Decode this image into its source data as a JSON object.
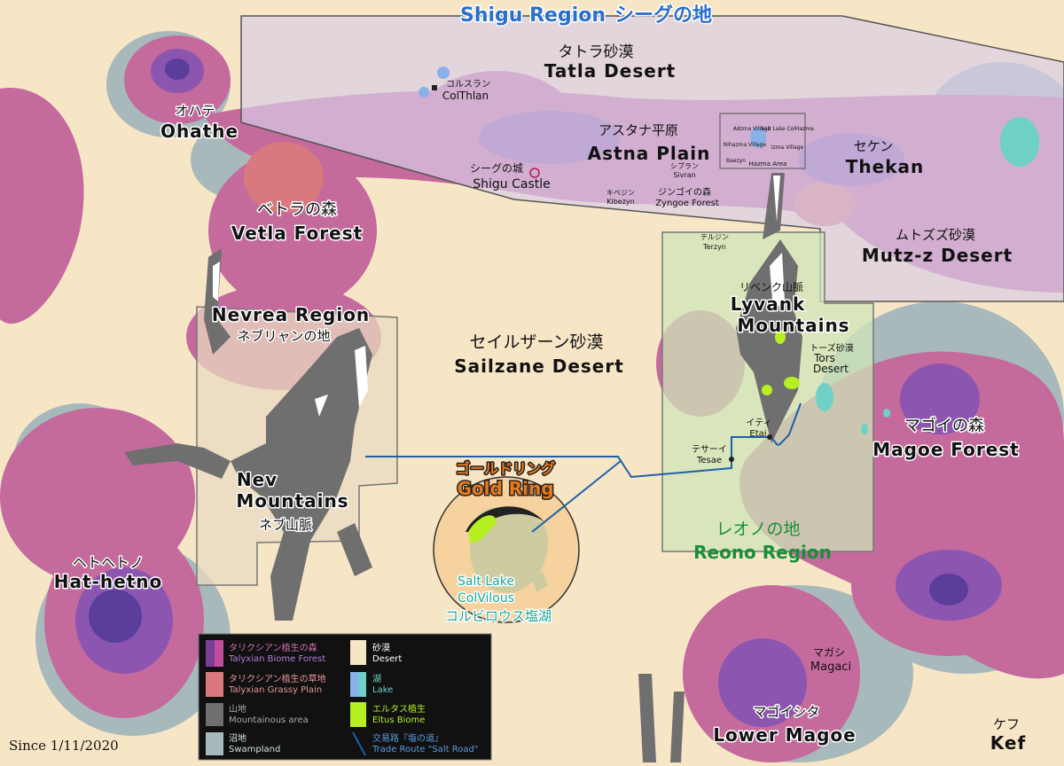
{
  "title": {
    "en": "Shigu Region",
    "jp": "シーグの地"
  },
  "places": {
    "tatla": {
      "jp": "タトラ砂漠",
      "en": "Tatla Desert"
    },
    "colthlan": {
      "jp": "コルスラン",
      "en": "ColThlan"
    },
    "ohathe": {
      "jp": "オハテ",
      "en": "Ohathe"
    },
    "astna": {
      "jp": "アスタナ平原",
      "en": "Astna Plain"
    },
    "shigu_castle": {
      "jp": "シーグの城",
      "en": "Shigu Castle"
    },
    "thekan": {
      "jp": "セケン",
      "en": "Thekan"
    },
    "vetla": {
      "jp": "ベトラの森",
      "en": "Vetla Forest"
    },
    "kibezyn": {
      "jp": "キベジン",
      "en": "Kibezyn"
    },
    "zyngoe": {
      "jp": "ジンゴイの森",
      "en": "Zyngoe Forest"
    },
    "sivran": {
      "jp": "シブラン",
      "en": "Sivran"
    },
    "adzma": {
      "en": "Adzma Village"
    },
    "salt_lake_hazma": {
      "en": "Salt Lake ColHazma"
    },
    "nihazma": {
      "en": "Nihazma Village"
    },
    "baezyn": {
      "en": "Baezyn"
    },
    "hazma_area": {
      "en": "Hazma Area"
    },
    "izma": {
      "en": "Izma Village"
    },
    "terzyn": {
      "jp": "テルジン",
      "en": "Terzyn"
    },
    "mutz": {
      "jp": "ムトズズ砂漠",
      "en": "Mutz-z Desert"
    },
    "lyvank": {
      "jp": "リベンク山脈",
      "en1": "Lyvank",
      "en2": "Mountains"
    },
    "tors": {
      "jp": "トーズ砂漠",
      "en1": "Tors",
      "en2": "Desert"
    },
    "nevrea": {
      "en": "Nevrea Region",
      "jp": "ネブリャンの地"
    },
    "sailzane": {
      "jp": "セイルザーン砂漠",
      "en": "Sailzane Desert"
    },
    "etai": {
      "jp": "イティ",
      "en": "Etai"
    },
    "tesae": {
      "jp": "テサーイ",
      "en": "Tesae"
    },
    "magoe": {
      "jp": "マゴイの森",
      "en": "Magoe Forest"
    },
    "gold_ring": {
      "jp": "ゴールドリング",
      "en": "Gold Ring"
    },
    "nev_mtn": {
      "en1": "Nev",
      "en2": "Mountains",
      "jp": "ネブ山脈"
    },
    "reono": {
      "jp": "レオノの地",
      "en": "Reono Region"
    },
    "colvilous": {
      "en1": "Salt Lake",
      "en2": "ColVilous",
      "jp": "コルビロウス塩湖"
    },
    "hat_hetno": {
      "jp": "ヘトヘトノ",
      "en": "Hat-hetno"
    },
    "magaci": {
      "jp": "マガシ",
      "en": "Magaci"
    },
    "lower_magoe": {
      "jp": "マゴイシタ",
      "en": "Lower Magoe"
    },
    "kef": {
      "jp": "ケフ",
      "en": "Kef"
    }
  },
  "legend": {
    "forest": {
      "jp": "タリクシアン植生の森",
      "en": "Talyxian Biome Forest",
      "color1": "#7b3f9a",
      "color2": "#c04f9a"
    },
    "grassy": {
      "jp": "タリクシアン植生の草地",
      "en": "Talyxian Grassy Plain",
      "color": "#d9797e"
    },
    "mountain": {
      "jp": "山地",
      "en": "Mountainous area",
      "color": "#6f6f6f"
    },
    "swamp": {
      "jp": "沼地",
      "en": "Swampland",
      "color": "#a7b9bb"
    },
    "desert": {
      "jp": "砂漠",
      "en": "Desert",
      "color": "#f7e6c6"
    },
    "lake": {
      "jp": "湖",
      "en": "Lake",
      "color": "#6fd0c8"
    },
    "eltus": {
      "jp": "エルタス植生",
      "en": "Eltus Biome",
      "color": "#b7f020"
    },
    "route": {
      "jp": "交易路『塩の道』",
      "en": "Trade Route \"Salt Road\"",
      "color": "#1d5fa8"
    }
  },
  "since": "Since 1/11/2020",
  "colors": {
    "title_blue": "#2a6fc9",
    "gold_orange": "#e87a1c",
    "reono_green": "#1a8f3a",
    "colvilous_teal": "#1aa89a"
  }
}
